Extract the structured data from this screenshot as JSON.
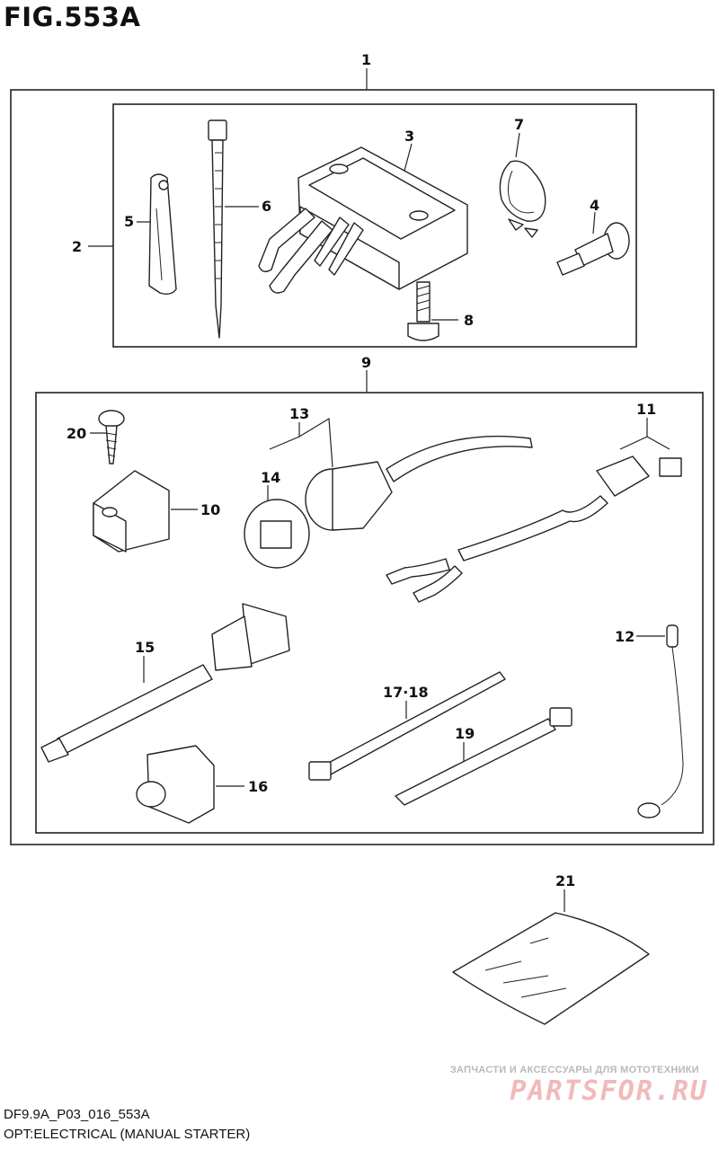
{
  "figure": {
    "title": "FIG.553A",
    "code": "DF9.9A_P03_016_553A",
    "caption": "OPT:ELECTRICAL (MANUAL STARTER)"
  },
  "callouts": {
    "c1": "1",
    "c2": "2",
    "c3": "3",
    "c4": "4",
    "c5": "5",
    "c6": "6",
    "c7": "7",
    "c8": "8",
    "c9": "9",
    "c10": "10",
    "c11": "11",
    "c12": "12",
    "c13": "13",
    "c14": "14",
    "c15": "15",
    "c16": "16",
    "c17_18": "17·18",
    "c19": "19",
    "c20": "20",
    "c21": "21"
  },
  "watermark": {
    "tagline": "ЗАПЧАСТИ И АКСЕССУАРЫ ДЛЯ МОТОТЕХНИКИ",
    "logo": "PARTSFOR.RU"
  }
}
